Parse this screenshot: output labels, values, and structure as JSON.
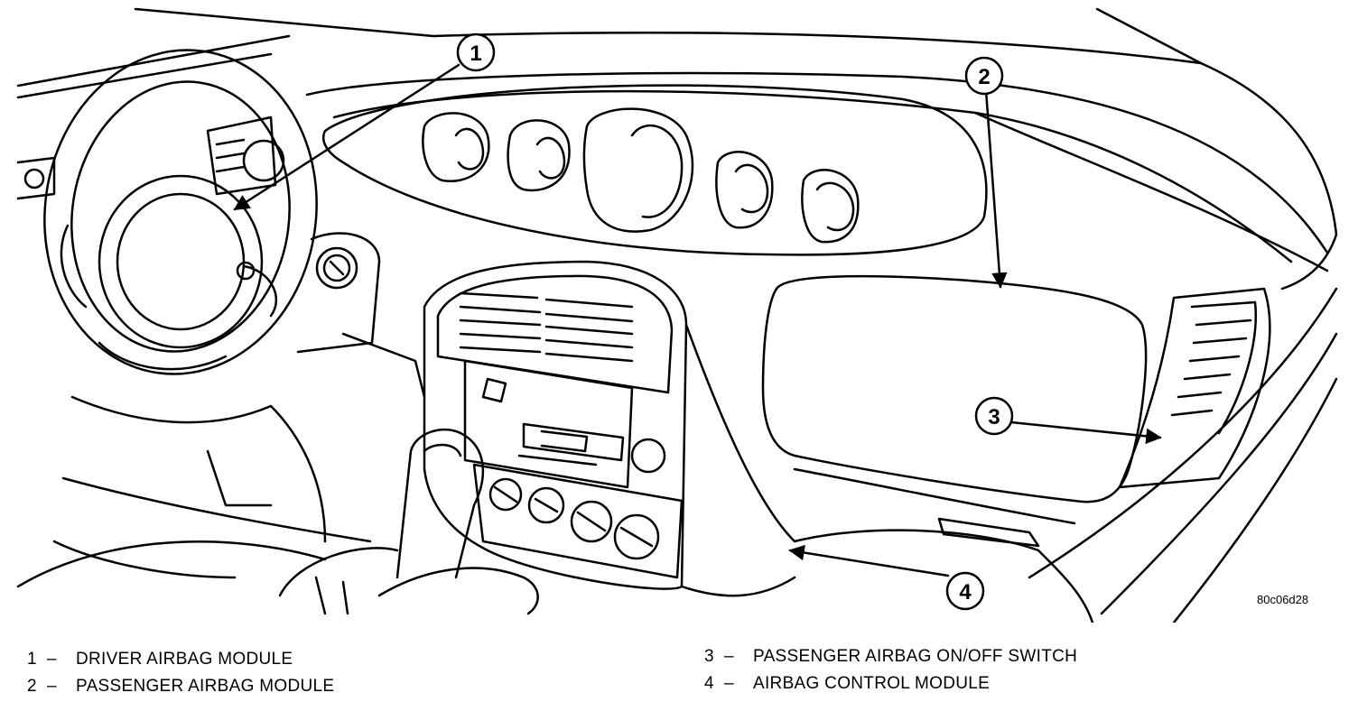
{
  "figure_id": "80c06d28",
  "callouts": [
    "1",
    "2",
    "3",
    "4"
  ],
  "legend": [
    {
      "num": "1",
      "sep": "–",
      "text": "DRIVER AIRBAG MODULE"
    },
    {
      "num": "2",
      "sep": "–",
      "text": "PASSENGER AIRBAG MODULE"
    },
    {
      "num": "3",
      "sep": "–",
      "text": "PASSENGER AIRBAG ON/OFF SWITCH"
    },
    {
      "num": "4",
      "sep": "–",
      "text": "AIRBAG CONTROL MODULE"
    }
  ]
}
